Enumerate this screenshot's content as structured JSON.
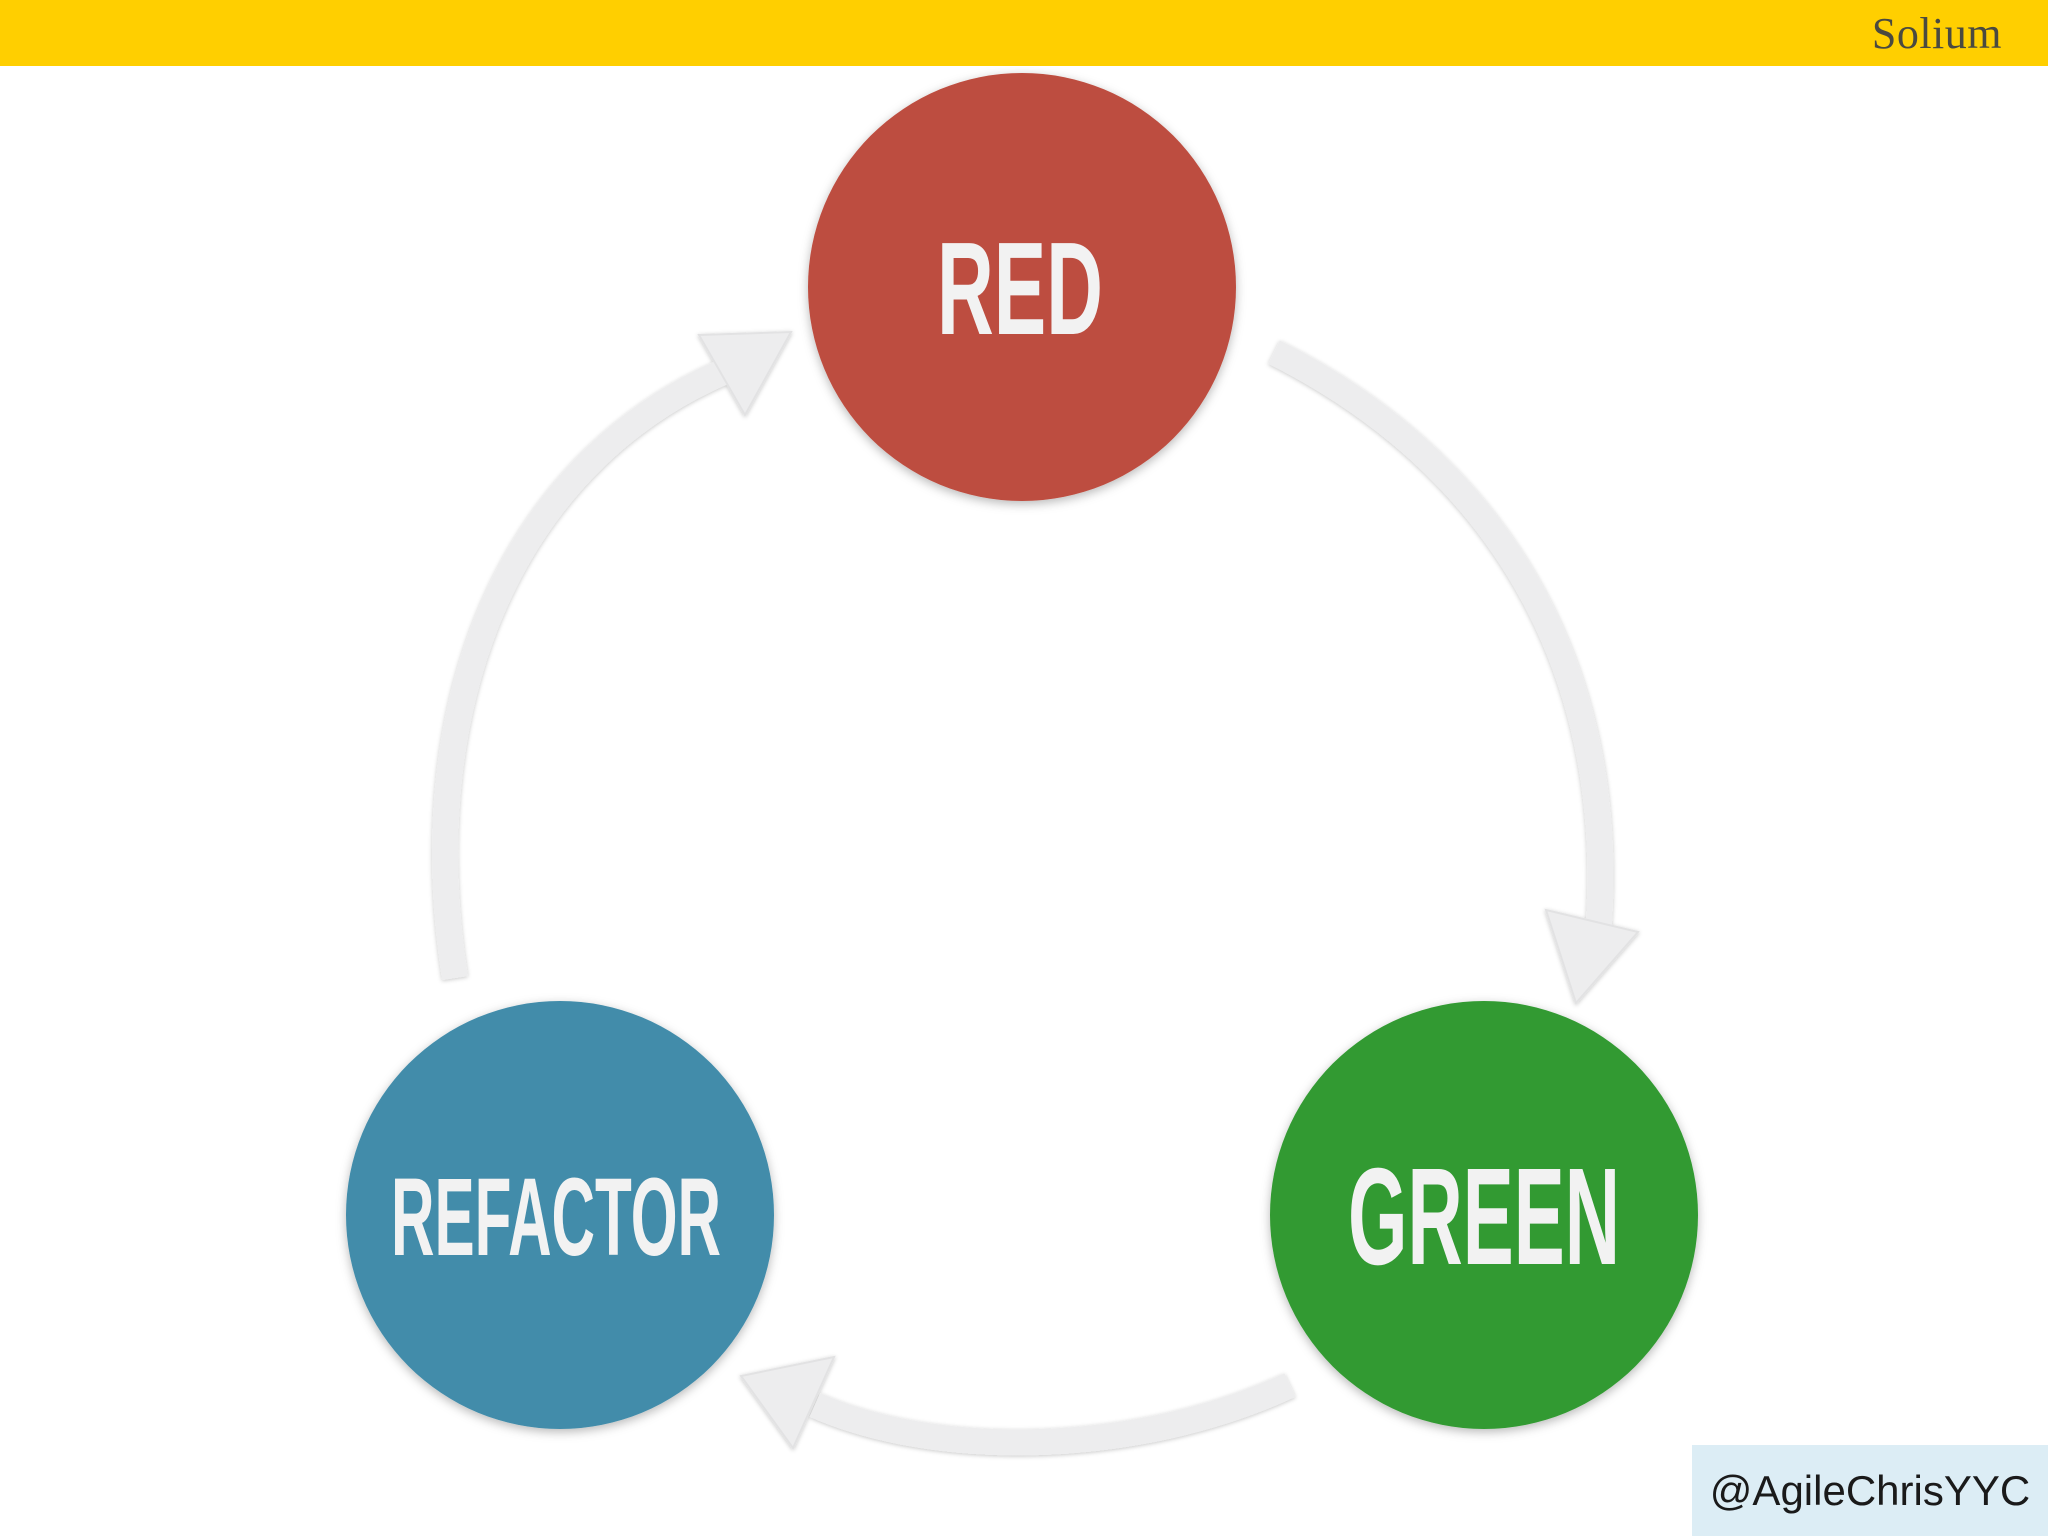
{
  "header": {
    "brand": "Solium",
    "bar_color": "#ffcf00"
  },
  "cycle": {
    "nodes": [
      {
        "key": "red",
        "label": "RED",
        "color": "#bd4d3f"
      },
      {
        "key": "green",
        "label": "GREEN",
        "color": "#339a32"
      },
      {
        "key": "refactor",
        "label": "REFACTOR",
        "color": "#428caa"
      }
    ],
    "arrow_color": "#ededee"
  },
  "footer": {
    "handle": "@AgileChrisYYC",
    "handle_bg": "#dcedf5"
  }
}
